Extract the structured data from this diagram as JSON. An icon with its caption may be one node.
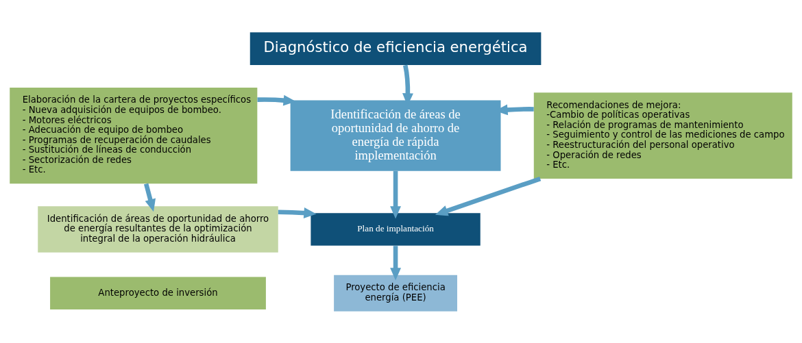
{
  "diagram": {
    "nodes": [
      {
        "text": [
          "Diagnóstico de eficiencia energética"
        ]
      },
      {
        "text": [
          "Elaboración de la cartera de proyectos específicos",
          "- Nueva adquisición de equipos de bombeo.",
          "- Motores eléctricos",
          "- Adecuación de equipo de bombeo",
          "- Programas de recuperación de caudales",
          "- Sustitución de líneas de conducción",
          "- Sectorización de redes",
          "- Etc."
        ]
      },
      {
        "text": [
          "Identificación de áreas de oportunidad de ahorro de energía de rápida implementación"
        ]
      },
      {
        "text": [
          "Recomendaciones de mejora:",
          "-Cambio de políticas operativas",
          "- Relación de programas de mantenimiento",
          "- Seguimiento y control de las mediciones de campo",
          "- Reestructuración del personal operativo",
          "- Operación de redes",
          "- Etc."
        ]
      },
      {
        "text": [
          "Identificación de áreas de oportunidad de ahorro de energía resultantes de la optimización integral de la operación hidráulica"
        ]
      },
      {
        "text": [
          "Anteproyecto de inversión"
        ]
      },
      {
        "text": [
          "Plan de implantación"
        ]
      },
      {
        "text": [
          "Proyecto de eficiencia energía (PEE)"
        ]
      }
    ],
    "edges": [
      {
        "from": 0,
        "to": 2,
        "arrow": "to"
      },
      {
        "from": 1,
        "to": 2,
        "arrow": "to"
      },
      {
        "from": 3,
        "to": 2,
        "arrow": "to"
      },
      {
        "from": 1,
        "to": 4,
        "arrow": "to"
      },
      {
        "from": 2,
        "to": 6,
        "arrow": "to"
      },
      {
        "from": 4,
        "to": 6,
        "arrow": "to"
      },
      {
        "from": 3,
        "to": 6,
        "arrow": "to"
      },
      {
        "from": 6,
        "to": 7,
        "arrow": "to"
      }
    ]
  }
}
